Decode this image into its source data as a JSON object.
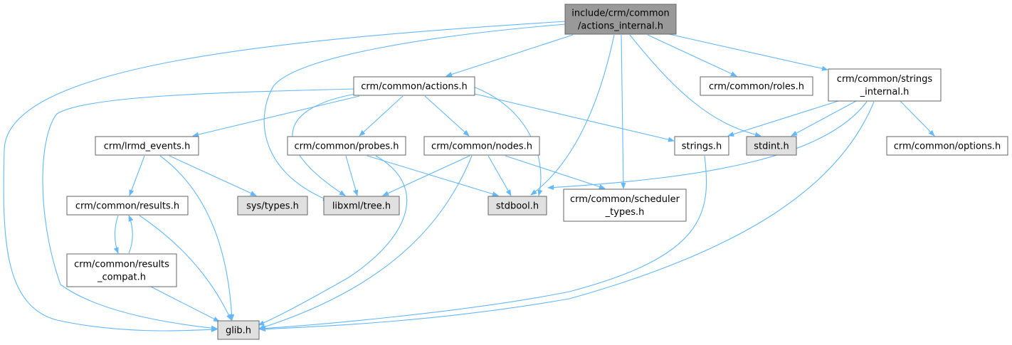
{
  "colors": {
    "edge": "#63b8ff",
    "root_fill": "#999999",
    "node_fill": "#ffffff",
    "system_fill": "#e0e0e0",
    "border": "#666666"
  },
  "nodes": [
    {
      "id": "root",
      "lines": [
        "include/crm/common",
        "/actions_internal.h"
      ],
      "kind": "root"
    },
    {
      "id": "actions",
      "lines": [
        "crm/common/actions.h"
      ],
      "kind": "local"
    },
    {
      "id": "roles",
      "lines": [
        "crm/common/roles.h"
      ],
      "kind": "local"
    },
    {
      "id": "strings_internal",
      "lines": [
        "crm/common/strings",
        "_internal.h"
      ],
      "kind": "local"
    },
    {
      "id": "lrmd_events",
      "lines": [
        "crm/lrmd_events.h"
      ],
      "kind": "local"
    },
    {
      "id": "probes",
      "lines": [
        "crm/common/probes.h"
      ],
      "kind": "local"
    },
    {
      "id": "nodes",
      "lines": [
        "crm/common/nodes.h"
      ],
      "kind": "local"
    },
    {
      "id": "strings_h",
      "lines": [
        "strings.h"
      ],
      "kind": "local"
    },
    {
      "id": "stdint",
      "lines": [
        "stdint.h"
      ],
      "kind": "system"
    },
    {
      "id": "options",
      "lines": [
        "crm/common/options.h"
      ],
      "kind": "local"
    },
    {
      "id": "results",
      "lines": [
        "crm/common/results.h"
      ],
      "kind": "local"
    },
    {
      "id": "systypes",
      "lines": [
        "sys/types.h"
      ],
      "kind": "system"
    },
    {
      "id": "tree",
      "lines": [
        "libxml/tree.h"
      ],
      "kind": "system"
    },
    {
      "id": "stdbool",
      "lines": [
        "stdbool.h"
      ],
      "kind": "system"
    },
    {
      "id": "scheduler_types",
      "lines": [
        "crm/common/scheduler",
        "_types.h"
      ],
      "kind": "local"
    },
    {
      "id": "results_compat",
      "lines": [
        "crm/common/results",
        "_compat.h"
      ],
      "kind": "local"
    },
    {
      "id": "glib",
      "lines": [
        "glib.h"
      ],
      "kind": "system"
    }
  ],
  "edges": [
    [
      "root",
      "glib"
    ],
    [
      "root",
      "tree"
    ],
    [
      "root",
      "actions"
    ],
    [
      "root",
      "stdbool"
    ],
    [
      "root",
      "scheduler_types"
    ],
    [
      "root",
      "stdint"
    ],
    [
      "root",
      "roles"
    ],
    [
      "root",
      "strings_internal"
    ],
    [
      "actions",
      "glib"
    ],
    [
      "actions",
      "tree"
    ],
    [
      "actions",
      "lrmd_events"
    ],
    [
      "actions",
      "probes"
    ],
    [
      "actions",
      "nodes"
    ],
    [
      "actions",
      "stdbool"
    ],
    [
      "actions",
      "strings_h"
    ],
    [
      "strings_internal",
      "strings_h"
    ],
    [
      "strings_internal",
      "stdint"
    ],
    [
      "strings_internal",
      "options"
    ],
    [
      "strings_internal",
      "stdbool"
    ],
    [
      "strings_internal",
      "glib"
    ],
    [
      "lrmd_events",
      "results"
    ],
    [
      "lrmd_events",
      "systypes"
    ],
    [
      "lrmd_events",
      "glib"
    ],
    [
      "probes",
      "tree"
    ],
    [
      "probes",
      "stdbool"
    ],
    [
      "probes",
      "glib"
    ],
    [
      "nodes",
      "tree"
    ],
    [
      "nodes",
      "stdbool"
    ],
    [
      "nodes",
      "scheduler_types"
    ],
    [
      "nodes",
      "glib"
    ],
    [
      "strings_h",
      "glib"
    ],
    [
      "results",
      "results_compat"
    ],
    [
      "results",
      "glib"
    ],
    [
      "results_compat",
      "results"
    ],
    [
      "results_compat",
      "glib"
    ]
  ]
}
